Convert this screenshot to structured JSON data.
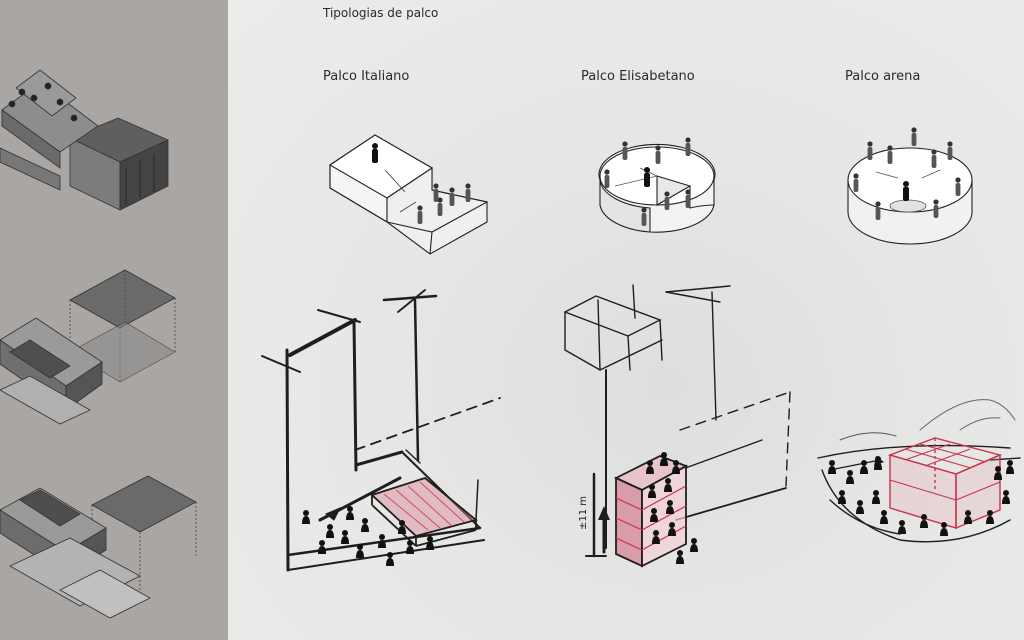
{
  "header": {
    "title": "Tipologias de palco"
  },
  "columns": [
    {
      "title": "Palco Italiano"
    },
    {
      "title": "Palco Elisabetano"
    },
    {
      "title": "Palco arena"
    }
  ],
  "sketches": {
    "elisabetano_height_label": "±11 m"
  },
  "colors": {
    "sidebar": "#a9a6a3",
    "background": "#e6e6e4",
    "ink": "#1e1e1e",
    "accent_red": "#c8324a"
  }
}
